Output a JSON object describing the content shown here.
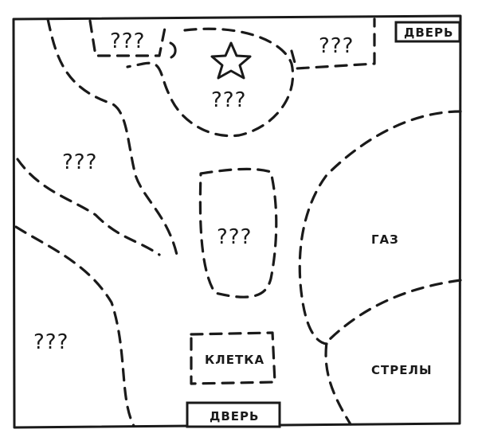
{
  "map": {
    "rooms": {
      "top_left_unknown": "???",
      "star_room_unknown": "???",
      "top_right_unknown": "???",
      "left_upper_unknown": "???",
      "center_unknown": "???",
      "bottom_left_unknown": "???",
      "gas": "ГАЗ",
      "arrows": "СТРЕЛЫ",
      "cage": "КЛЕТКА"
    },
    "doors": {
      "top_right": "ДВЕРЬ",
      "bottom": "ДВЕРЬ"
    },
    "icons": {
      "star": "star-icon",
      "moon": "crescent-icon"
    },
    "colors": {
      "ink": "#1a1a1a",
      "paper": "#ffffff"
    }
  }
}
